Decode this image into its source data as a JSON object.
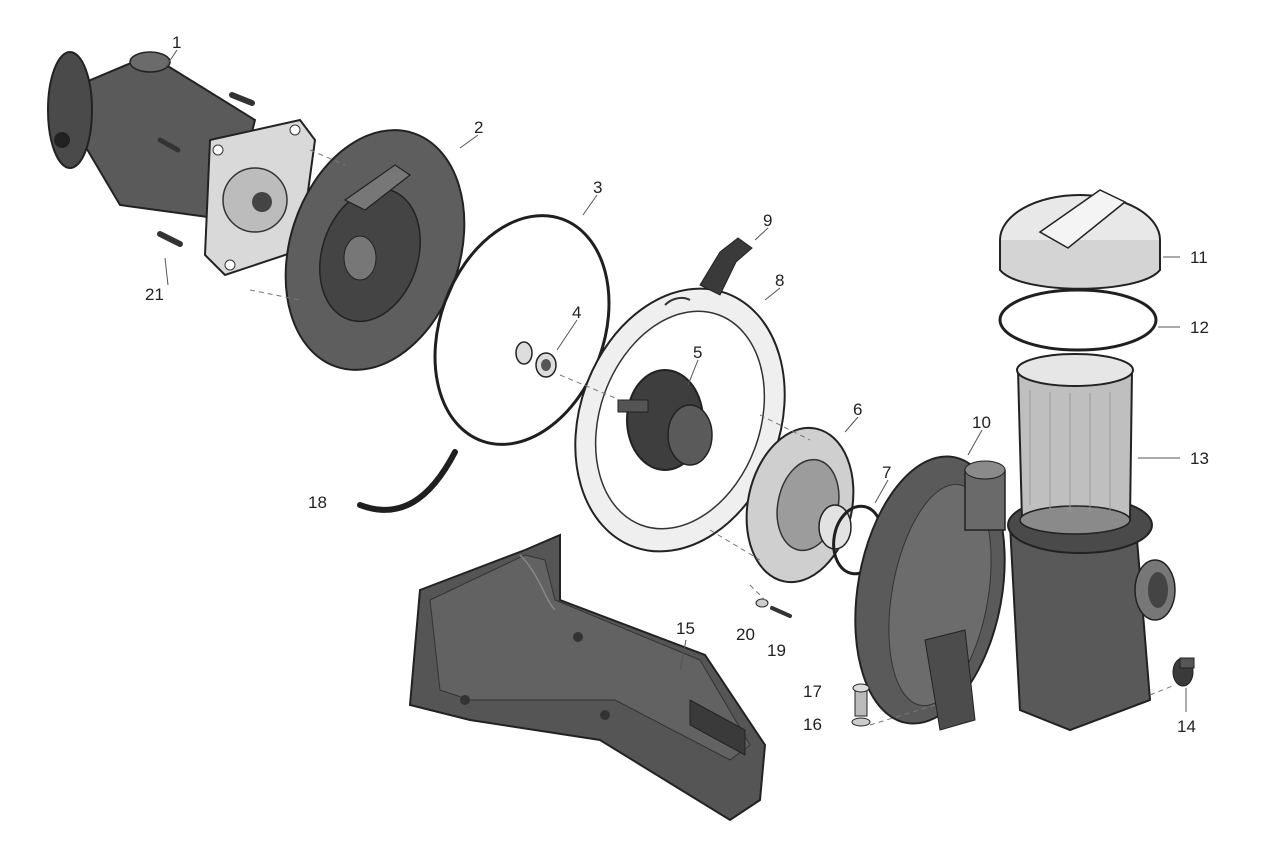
{
  "diagram": {
    "colors": {
      "part_dark": "#4a4a4a",
      "part_mid": "#6b6b6b",
      "part_light": "#d9d9d9",
      "outline": "#222222",
      "background": "#ffffff"
    },
    "callouts": {
      "c1": "1",
      "c2": "2",
      "c3": "3",
      "c4": "4",
      "c5": "5",
      "c6": "6",
      "c7": "7",
      "c8": "8",
      "c9": "9",
      "c10": "10",
      "c11": "11",
      "c12": "12",
      "c13": "13",
      "c14": "14",
      "c15": "15",
      "c16": "16",
      "c17": "17",
      "c18": "18",
      "c19": "19",
      "c20": "20",
      "c21": "21"
    }
  }
}
